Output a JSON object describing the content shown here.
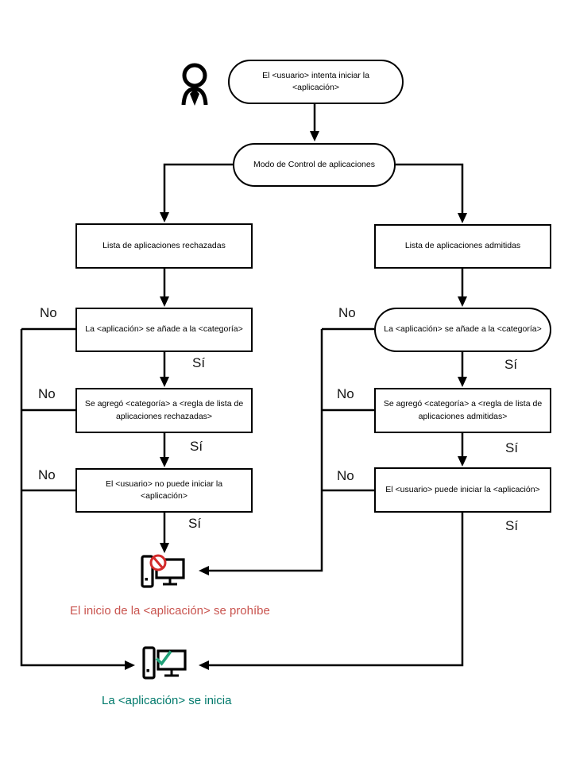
{
  "diagram": {
    "type": "flowchart",
    "language": "es",
    "nodes": {
      "start": "El <usuario> intenta iniciar la <aplicación>",
      "mode": "Modo de Control de aplicaciones",
      "denylist": "Lista de aplicaciones rechazadas",
      "allowlist": "Lista de aplicaciones admitidas",
      "deny_category": "La <aplicación> se añade a la <categoría>",
      "allow_category": "La <aplicación> se añade a la <categoría>",
      "deny_rule": "Se agregó <categoría> a <regla de lista de aplicaciones rechazadas>",
      "allow_rule": "Se agregó <categoría> a <regla de lista de aplicaciones admitidas>",
      "deny_result": "El <usuario> no puede iniciar la <aplicación>",
      "allow_result": "El <usuario> puede iniciar la <aplicación>",
      "blocked": "El inicio de la <aplicación> se prohíbe",
      "started": "La <aplicación> se inicia"
    },
    "labels": {
      "no": "No",
      "si": "Sí"
    },
    "icons": [
      "user-icon",
      "blocked-computer-icon",
      "allowed-computer-icon"
    ],
    "colors": {
      "line": "#000000",
      "blocked_text": "#c9544f",
      "started_text": "#00796b",
      "prohibition_sign": "#d32b2b",
      "check_sign": "#21a179"
    }
  }
}
